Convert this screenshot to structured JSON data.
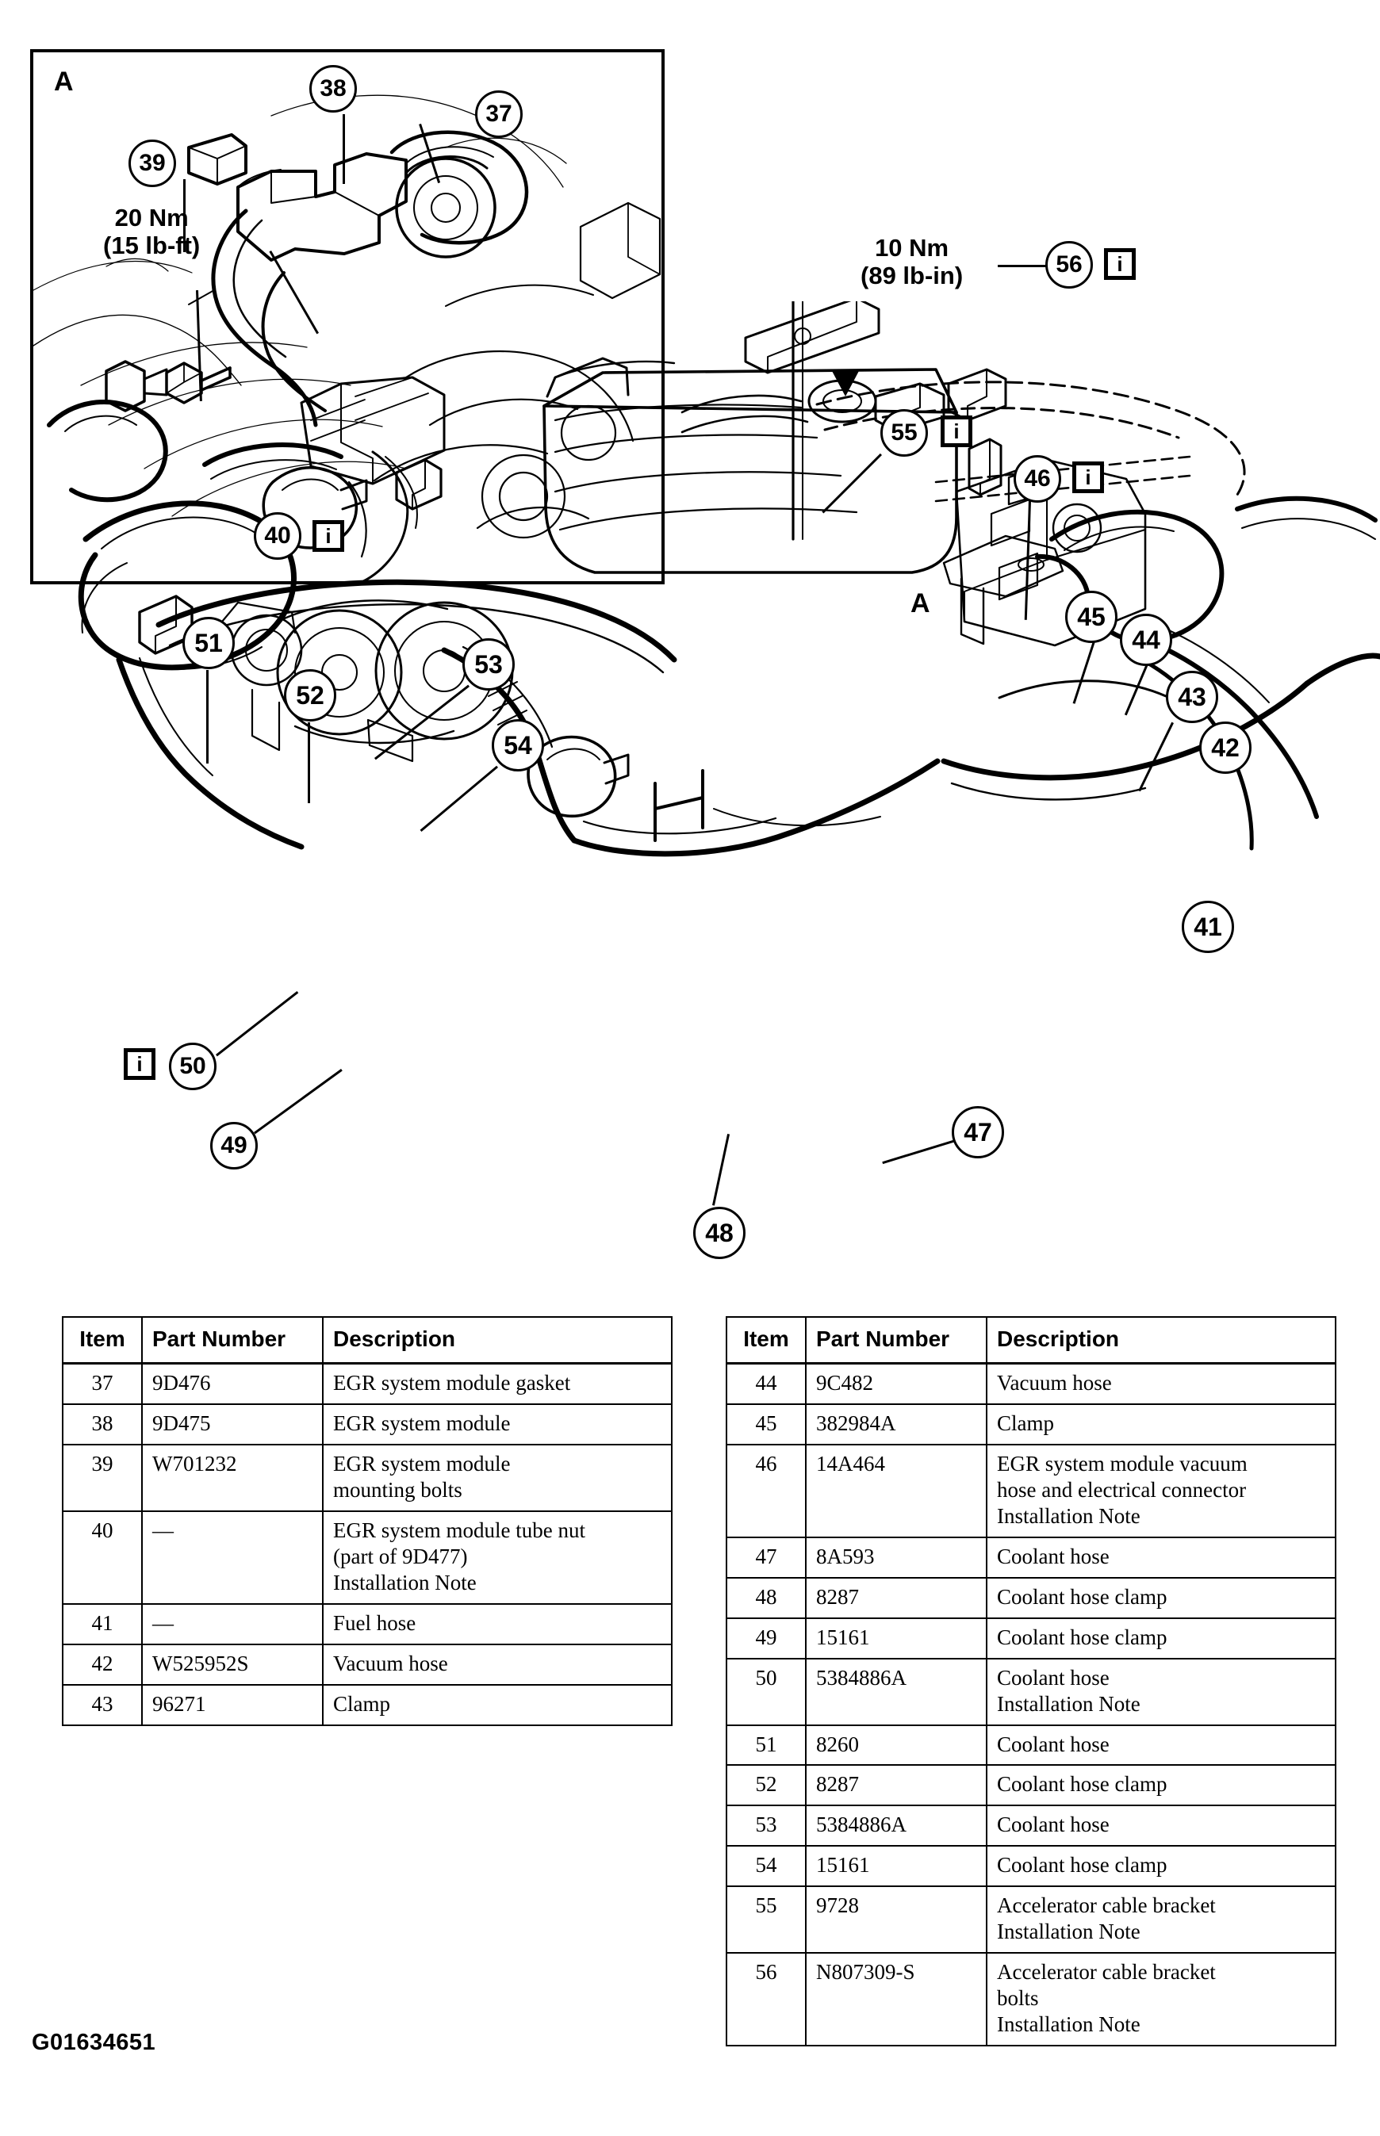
{
  "figure": {
    "id": "G01634651",
    "inset_label": "A",
    "main_label": "A"
  },
  "torque_notes": [
    {
      "name": "torque-note-inset",
      "line1": "20 Nm",
      "line2": "(15 lb-ft)",
      "text": "20 Nm\n(15 lb-ft)"
    },
    {
      "name": "torque-note-main",
      "line1": "10 Nm",
      "line2": "(89 lb-in)",
      "text": "10 Nm\n(89 lb-in)"
    }
  ],
  "callouts": [
    {
      "id": "37",
      "has_info": false
    },
    {
      "id": "38",
      "has_info": false
    },
    {
      "id": "39",
      "has_info": false
    },
    {
      "id": "40",
      "has_info": true
    },
    {
      "id": "41",
      "has_info": false
    },
    {
      "id": "42",
      "has_info": false
    },
    {
      "id": "43",
      "has_info": false
    },
    {
      "id": "44",
      "has_info": false
    },
    {
      "id": "45",
      "has_info": false
    },
    {
      "id": "46",
      "has_info": true
    },
    {
      "id": "47",
      "has_info": false
    },
    {
      "id": "48",
      "has_info": false
    },
    {
      "id": "49",
      "has_info": false
    },
    {
      "id": "50",
      "has_info": true
    },
    {
      "id": "51",
      "has_info": false
    },
    {
      "id": "52",
      "has_info": false
    },
    {
      "id": "53",
      "has_info": false
    },
    {
      "id": "54",
      "has_info": false
    },
    {
      "id": "55",
      "has_info": true
    },
    {
      "id": "56",
      "has_info": true
    }
  ],
  "info_icon_glyph": "i",
  "tables": {
    "left": {
      "headers": [
        "Item",
        "Part Number",
        "Description"
      ],
      "rows": [
        {
          "item": "37",
          "part": "9D476",
          "desc": "EGR system module gasket"
        },
        {
          "item": "38",
          "part": "9D475",
          "desc": "EGR system module"
        },
        {
          "item": "39",
          "part": "W701232",
          "desc": "EGR system module\nmounting bolts"
        },
        {
          "item": "40",
          "part": "—",
          "desc": "EGR system module tube nut\n(part of 9D477)\nInstallation Note"
        },
        {
          "item": "41",
          "part": "—",
          "desc": "Fuel hose"
        },
        {
          "item": "42",
          "part": "W525952S",
          "desc": "Vacuum hose"
        },
        {
          "item": "43",
          "part": "96271",
          "desc": "Clamp"
        }
      ]
    },
    "right": {
      "headers": [
        "Item",
        "Part Number",
        "Description"
      ],
      "rows": [
        {
          "item": "44",
          "part": "9C482",
          "desc": "Vacuum hose"
        },
        {
          "item": "45",
          "part": "382984A",
          "desc": "Clamp"
        },
        {
          "item": "46",
          "part": "14A464",
          "desc": "EGR system module vacuum\nhose and electrical connector\nInstallation Note"
        },
        {
          "item": "47",
          "part": "8A593",
          "desc": "Coolant hose"
        },
        {
          "item": "48",
          "part": "8287",
          "desc": "Coolant hose clamp"
        },
        {
          "item": "49",
          "part": "15161",
          "desc": "Coolant hose clamp"
        },
        {
          "item": "50",
          "part": "5384886A",
          "desc": "Coolant hose\nInstallation Note"
        },
        {
          "item": "51",
          "part": "8260",
          "desc": "Coolant hose"
        },
        {
          "item": "52",
          "part": "8287",
          "desc": "Coolant hose clamp"
        },
        {
          "item": "53",
          "part": "5384886A",
          "desc": "Coolant hose"
        },
        {
          "item": "54",
          "part": "15161",
          "desc": "Coolant hose clamp"
        },
        {
          "item": "55",
          "part": "9728",
          "desc": "Accelerator cable bracket\nInstallation Note"
        },
        {
          "item": "56",
          "part": "N807309-S",
          "desc": "Accelerator cable bracket\nbolts\nInstallation Note"
        }
      ]
    }
  },
  "colors": {
    "ink": "#000000",
    "paper": "#ffffff"
  }
}
